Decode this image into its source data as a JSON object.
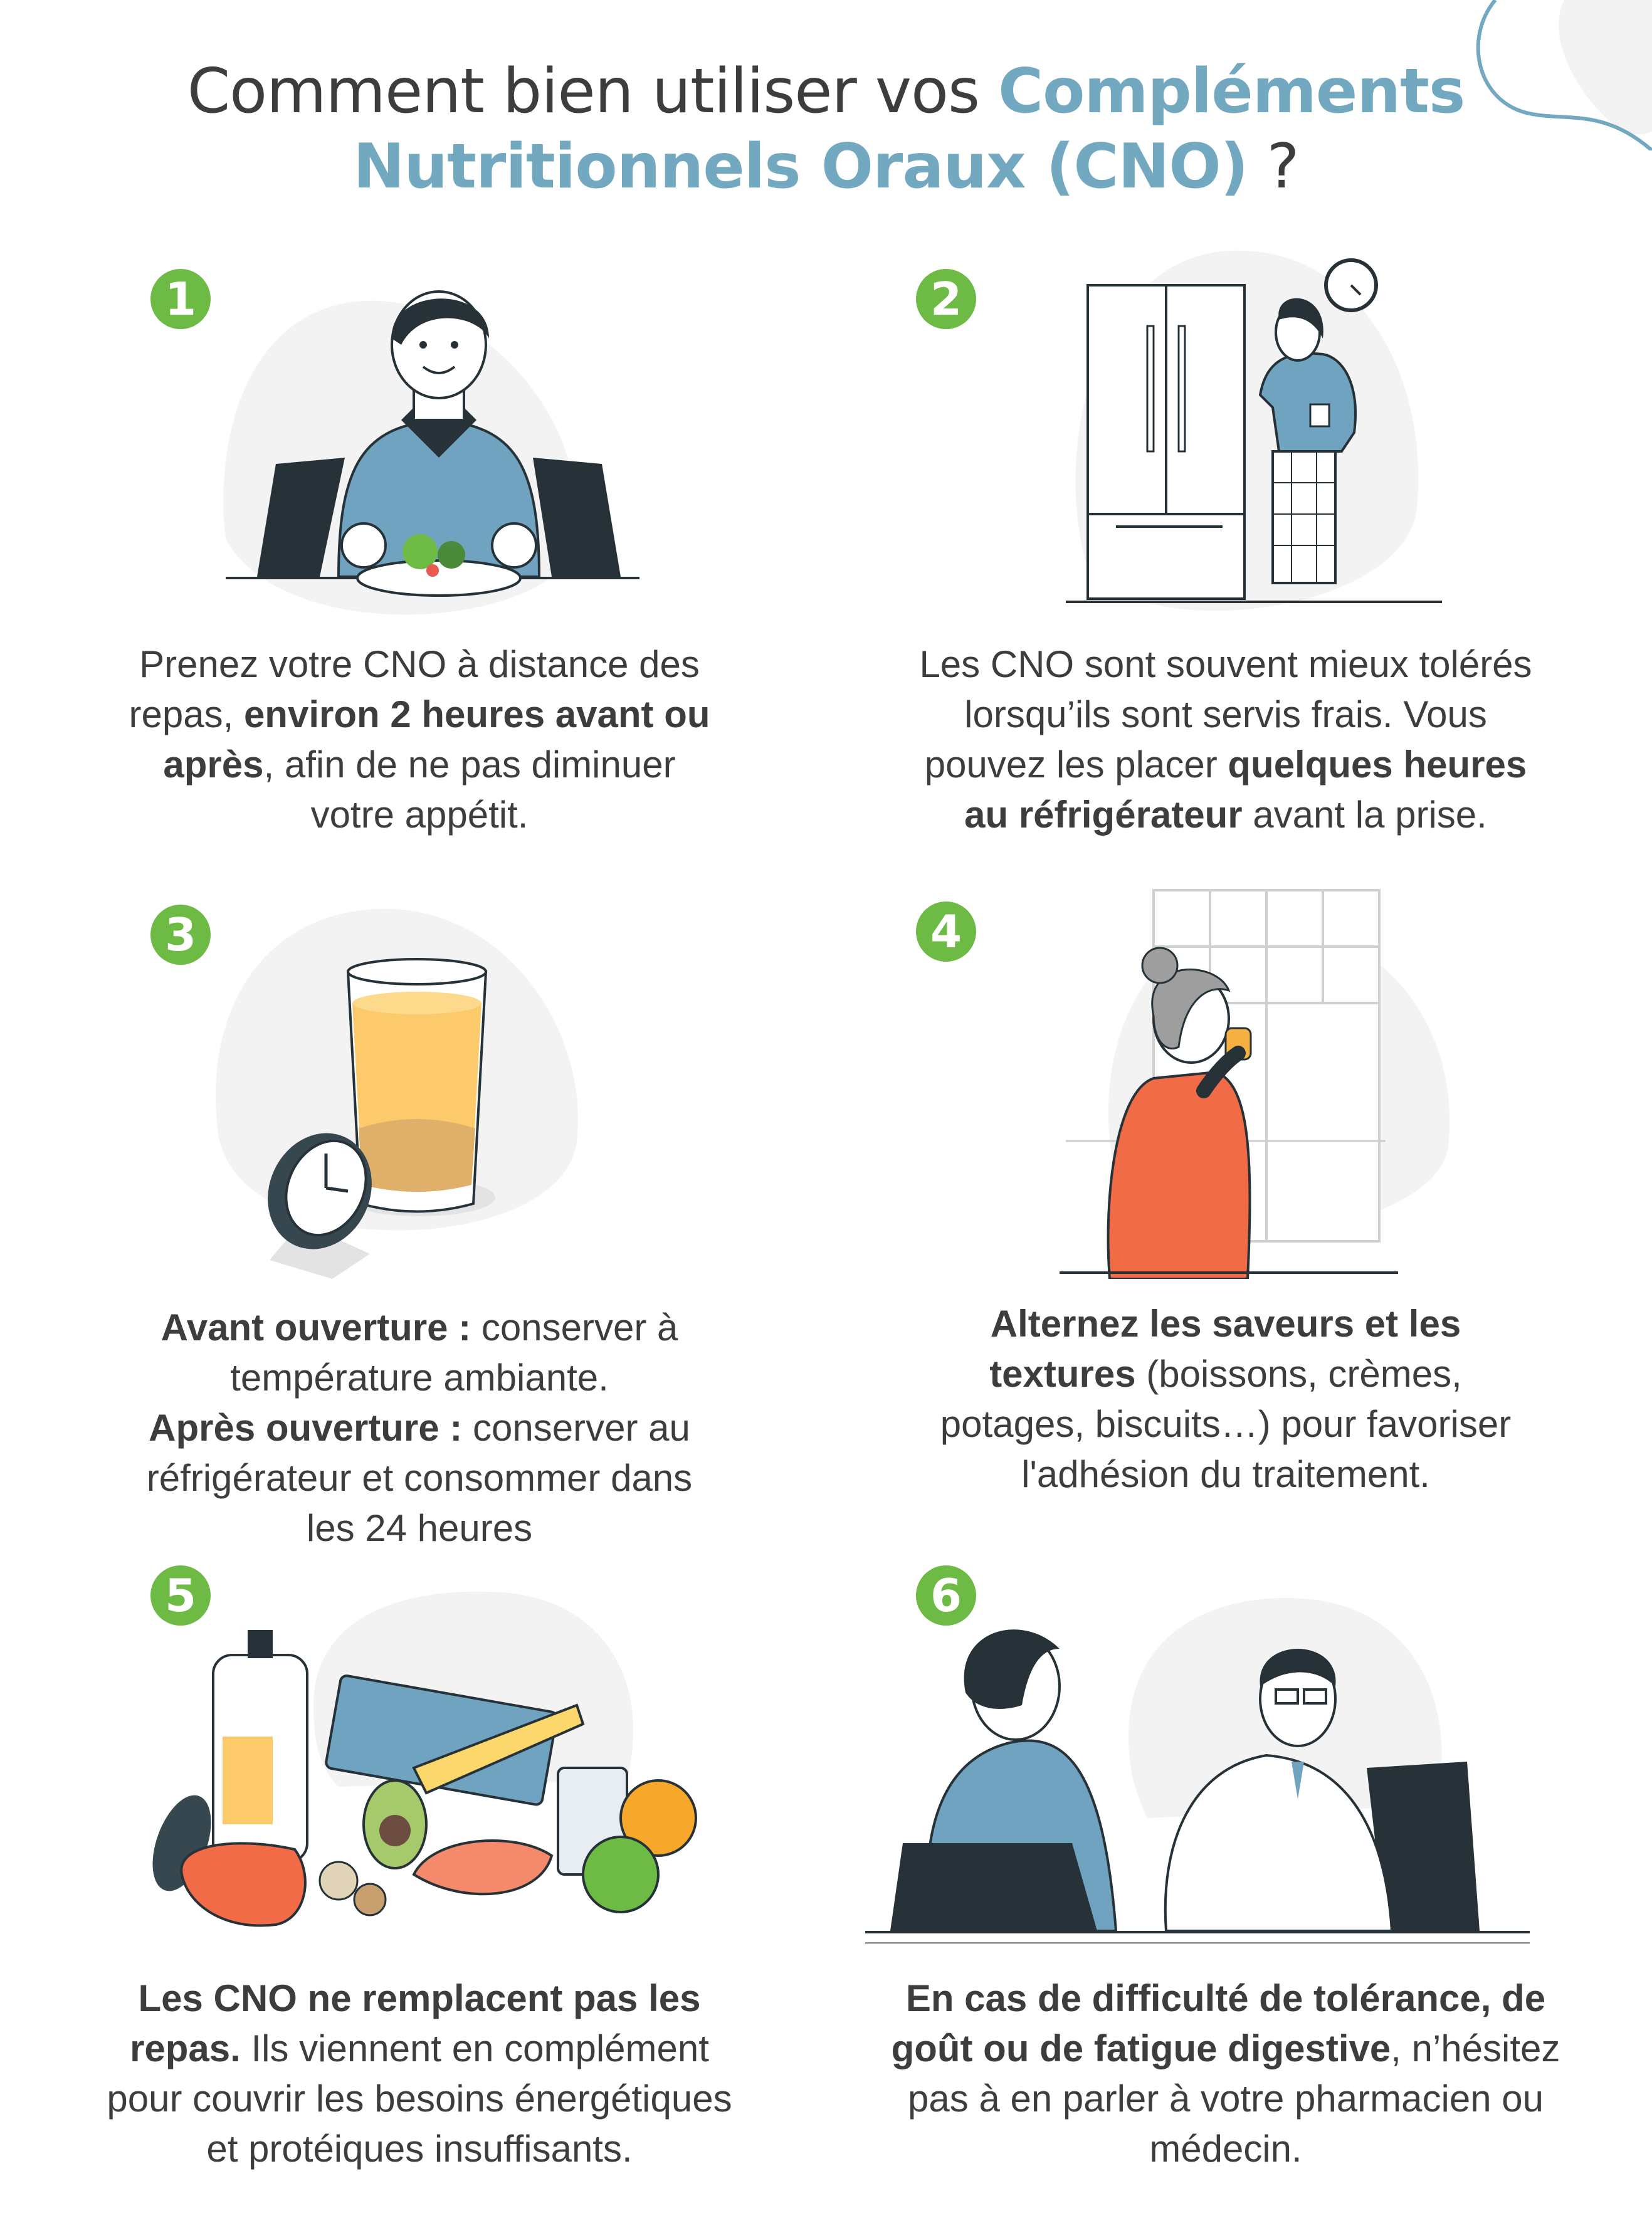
{
  "title": {
    "line1_plain": "Comment bien utiliser vos ",
    "line1_accent": "Compléments",
    "line2_accent": "Nutritionnels Oraux (CNO)",
    "line2_plain": " ?"
  },
  "colors": {
    "accent": "#72a8c0",
    "badge": "#6dbb45",
    "text": "#3d3d3d",
    "blob": "#f3f3f3",
    "dark": "#263238"
  },
  "steps": [
    {
      "number": "1",
      "lines": [
        [
          {
            "t": "Prenez votre CNO à distance des",
            "b": false
          }
        ],
        [
          {
            "t": "repas, ",
            "b": false
          },
          {
            "t": "environ 2 heures avant ou",
            "b": true
          }
        ],
        [
          {
            "t": "après",
            "b": true
          },
          {
            "t": ", afin de ne pas diminuer",
            "b": false
          }
        ],
        [
          {
            "t": "votre appétit.",
            "b": false
          }
        ]
      ]
    },
    {
      "number": "2",
      "lines": [
        [
          {
            "t": "Les CNO sont souvent mieux tolérés",
            "b": false
          }
        ],
        [
          {
            "t": "lorsqu’ils sont servis frais. Vous",
            "b": false
          }
        ],
        [
          {
            "t": "pouvez les placer ",
            "b": false
          },
          {
            "t": "quelques heures",
            "b": true
          }
        ],
        [
          {
            "t": "au réfrigérateur",
            "b": true
          },
          {
            "t": " avant la prise.",
            "b": false
          }
        ]
      ]
    },
    {
      "number": "3",
      "lines": [
        [
          {
            "t": "Avant ouverture :",
            "b": true
          },
          {
            "t": " conserver à",
            "b": false
          }
        ],
        [
          {
            "t": "température ambiante.",
            "b": false
          }
        ],
        [
          {
            "t": "Après ouverture :",
            "b": true
          },
          {
            "t": " conserver au",
            "b": false
          }
        ],
        [
          {
            "t": "réfrigérateur et consommer dans",
            "b": false
          }
        ],
        [
          {
            "t": "les 24 heures",
            "b": false
          }
        ]
      ]
    },
    {
      "number": "4",
      "lines": [
        [
          {
            "t": "Alternez les saveurs et les",
            "b": true
          }
        ],
        [
          {
            "t": "textures",
            "b": true
          },
          {
            "t": " (boissons, crèmes,",
            "b": false
          }
        ],
        [
          {
            "t": "potages, biscuits…) pour favoriser",
            "b": false
          }
        ],
        [
          {
            "t": "l'adhésion du traitement.",
            "b": false
          }
        ]
      ]
    },
    {
      "number": "5",
      "lines": [
        [
          {
            "t": "Les CNO ne remplacent pas les",
            "b": true
          }
        ],
        [
          {
            "t": "repas.",
            "b": true
          },
          {
            "t": " Ils viennent en complément",
            "b": false
          }
        ],
        [
          {
            "t": "pour couvrir les besoins énergétiques",
            "b": false
          }
        ],
        [
          {
            "t": "et protéiques insuffisants.",
            "b": false
          }
        ]
      ]
    },
    {
      "number": "6",
      "lines": [
        [
          {
            "t": "En cas de difficulté de tolérance, de",
            "b": true
          }
        ],
        [
          {
            "t": "goût ou de fatigue digestive",
            "b": true
          },
          {
            "t": ", n’hésitez",
            "b": false
          }
        ],
        [
          {
            "t": "pas à en parler à votre pharmacien ou",
            "b": false
          }
        ],
        [
          {
            "t": "médecin.",
            "b": false
          }
        ]
      ]
    }
  ]
}
